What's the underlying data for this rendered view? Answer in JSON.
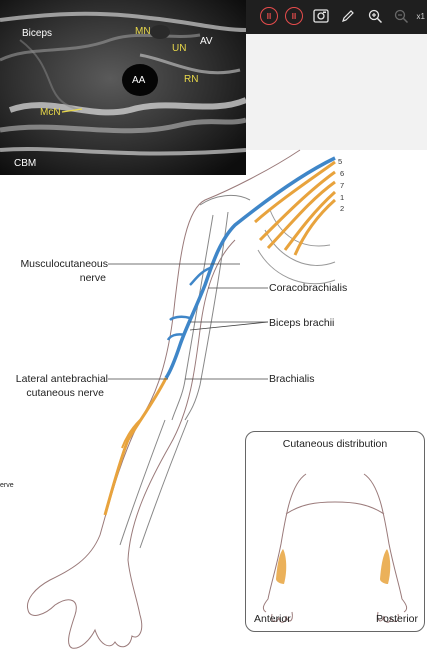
{
  "ultrasound": {
    "labels": {
      "biceps": "Biceps",
      "mn": "MN",
      "un": "UN",
      "av": "AV",
      "aa": "AA",
      "rn": "RN",
      "mcn": "McN",
      "cbm": "CBM"
    },
    "label_colors": {
      "white": "#ffffff",
      "yellow": "#e8d84a"
    }
  },
  "toolbar": {
    "btn1_icon": "record-icon",
    "btn1_glyph": "II",
    "btn2_icon": "stop-icon",
    "btn2_glyph": "II",
    "btn3_icon": "screenshot-icon",
    "btn4_icon": "pencil-icon",
    "btn5_icon": "zoom-in-icon",
    "btn6_icon": "zoom-out-icon",
    "zoom_level": "x1",
    "accent": "#e74c4c"
  },
  "illustration": {
    "labels": {
      "musculocutaneous_1": "Musculocutaneous",
      "musculocutaneous_2": "nerve",
      "coracobrachialis": "Coracobrachialis",
      "biceps_brachii": "Biceps brachii",
      "lateral_1": "Lateral antebrachial",
      "lateral_2": "cutaneous nerve",
      "brachialis": "Brachialis",
      "fragment": "erve"
    },
    "nerve_roots": [
      "5",
      "6",
      "7",
      "1",
      "2"
    ],
    "colors": {
      "nerve_blue": "#3f86c8",
      "nerve_orange": "#e8a33d",
      "outline": "#9a7a7a",
      "bone": "#888888"
    }
  },
  "inset": {
    "title": "Cutaneous distribution",
    "anterior": "Anterior",
    "posterior": "Posterior"
  }
}
